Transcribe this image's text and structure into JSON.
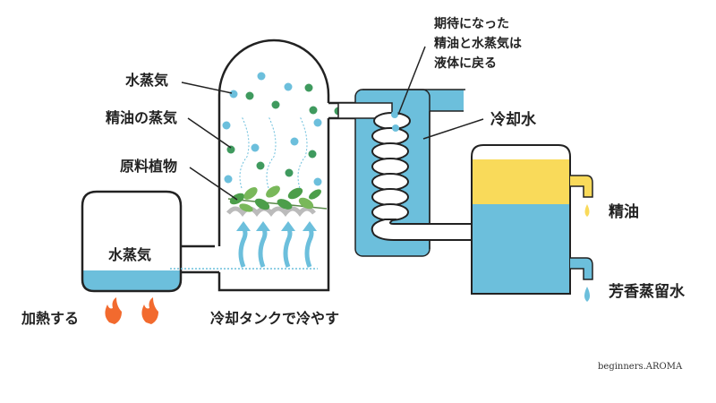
{
  "labels": {
    "steam_top": "水蒸気",
    "oil_vapor": "精油の蒸気",
    "raw_plant": "原料植物",
    "steam_tank": "水蒸気",
    "heat": "加熱する",
    "cool_tank": "冷却タンクで冷やす",
    "condensed_line1": "期待になった",
    "condensed_line2": "精油と水蒸気は",
    "condensed_line3": "液体に戻る",
    "cooling_water": "冷却水",
    "essential_oil": "精油",
    "hydrosol": "芳香蒸留水"
  },
  "credit": "beginners.AROMA",
  "colors": {
    "water": "#6cbfdc",
    "oil": "#f9da5a",
    "green": "#3f9a5e",
    "flame": "#f26a2e",
    "line": "#222222"
  }
}
